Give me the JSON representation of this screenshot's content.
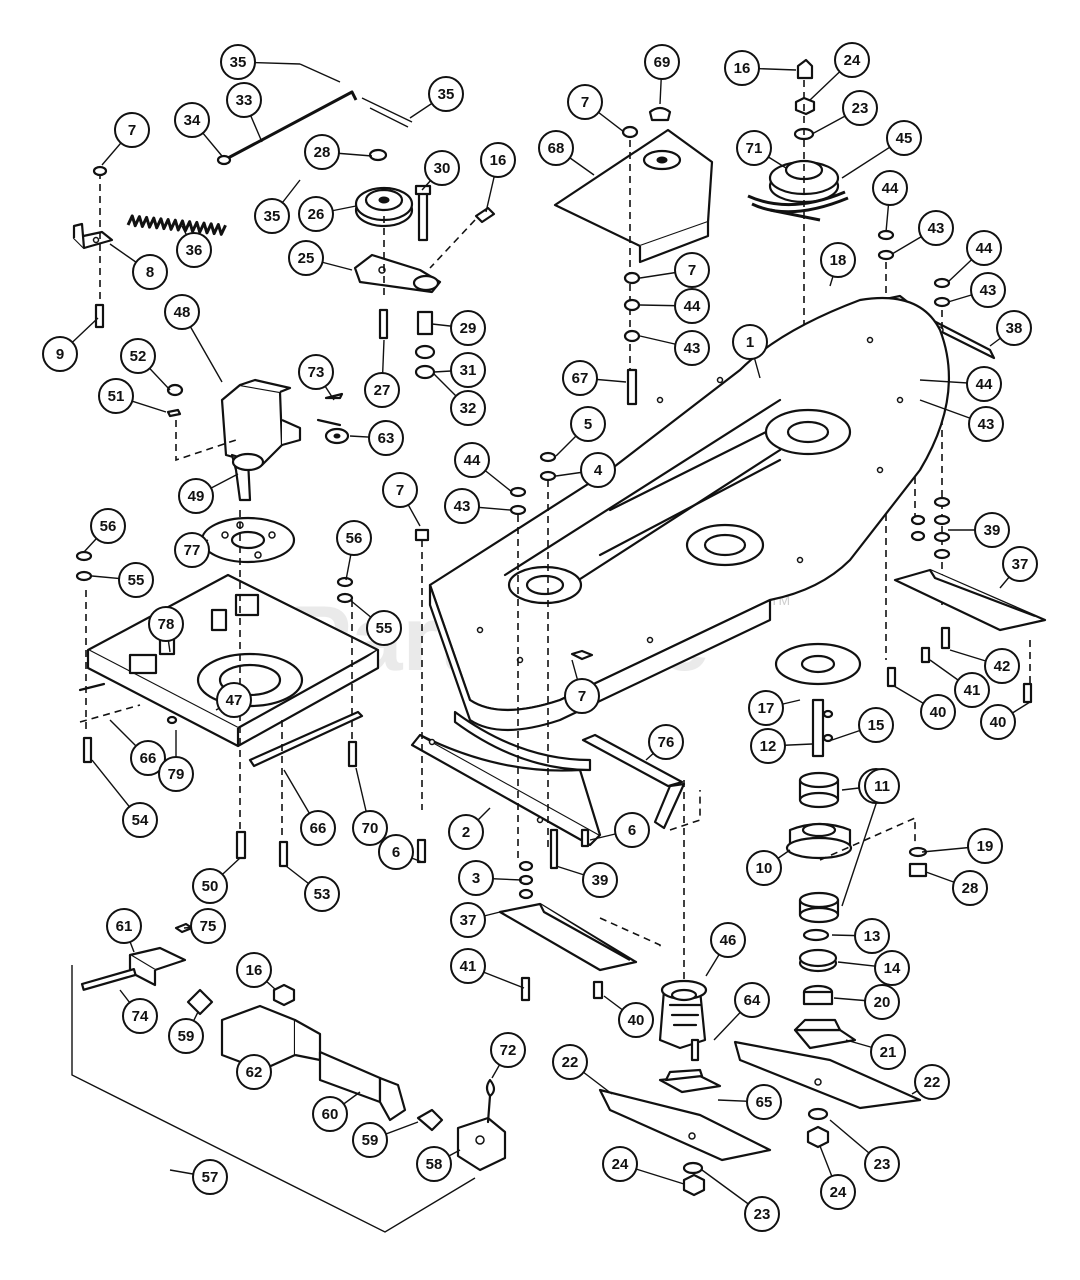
{
  "watermark": {
    "text": "PartsTree",
    "trademark": "TM"
  },
  "callouts": [
    "35",
    "35",
    "7",
    "34",
    "33",
    "28",
    "30",
    "16",
    "36",
    "26",
    "8",
    "35",
    "25",
    "9",
    "29",
    "27",
    "31",
    "32",
    "52",
    "48",
    "73",
    "51",
    "63",
    "49",
    "69",
    "7",
    "68",
    "7",
    "44",
    "43",
    "67",
    "16",
    "24",
    "23",
    "71",
    "45",
    "44",
    "43",
    "44",
    "43",
    "38",
    "18",
    "1",
    "44",
    "43",
    "5",
    "4",
    "44",
    "43",
    "7",
    "39",
    "37",
    "42",
    "41",
    "40",
    "40",
    "56",
    "55",
    "77",
    "56",
    "55",
    "78",
    "66",
    "47",
    "79",
    "54",
    "66",
    "70",
    "6",
    "7",
    "2",
    "76",
    "6",
    "3",
    "39",
    "50",
    "53",
    "17",
    "15",
    "12",
    "11",
    "10",
    "19",
    "28",
    "11",
    "13",
    "14",
    "20",
    "21",
    "22",
    "23",
    "24",
    "37",
    "41",
    "40",
    "46",
    "64",
    "65",
    "22",
    "23",
    "24",
    "61",
    "75",
    "16",
    "74",
    "59",
    "62",
    "60",
    "72",
    "59",
    "58",
    "57"
  ]
}
